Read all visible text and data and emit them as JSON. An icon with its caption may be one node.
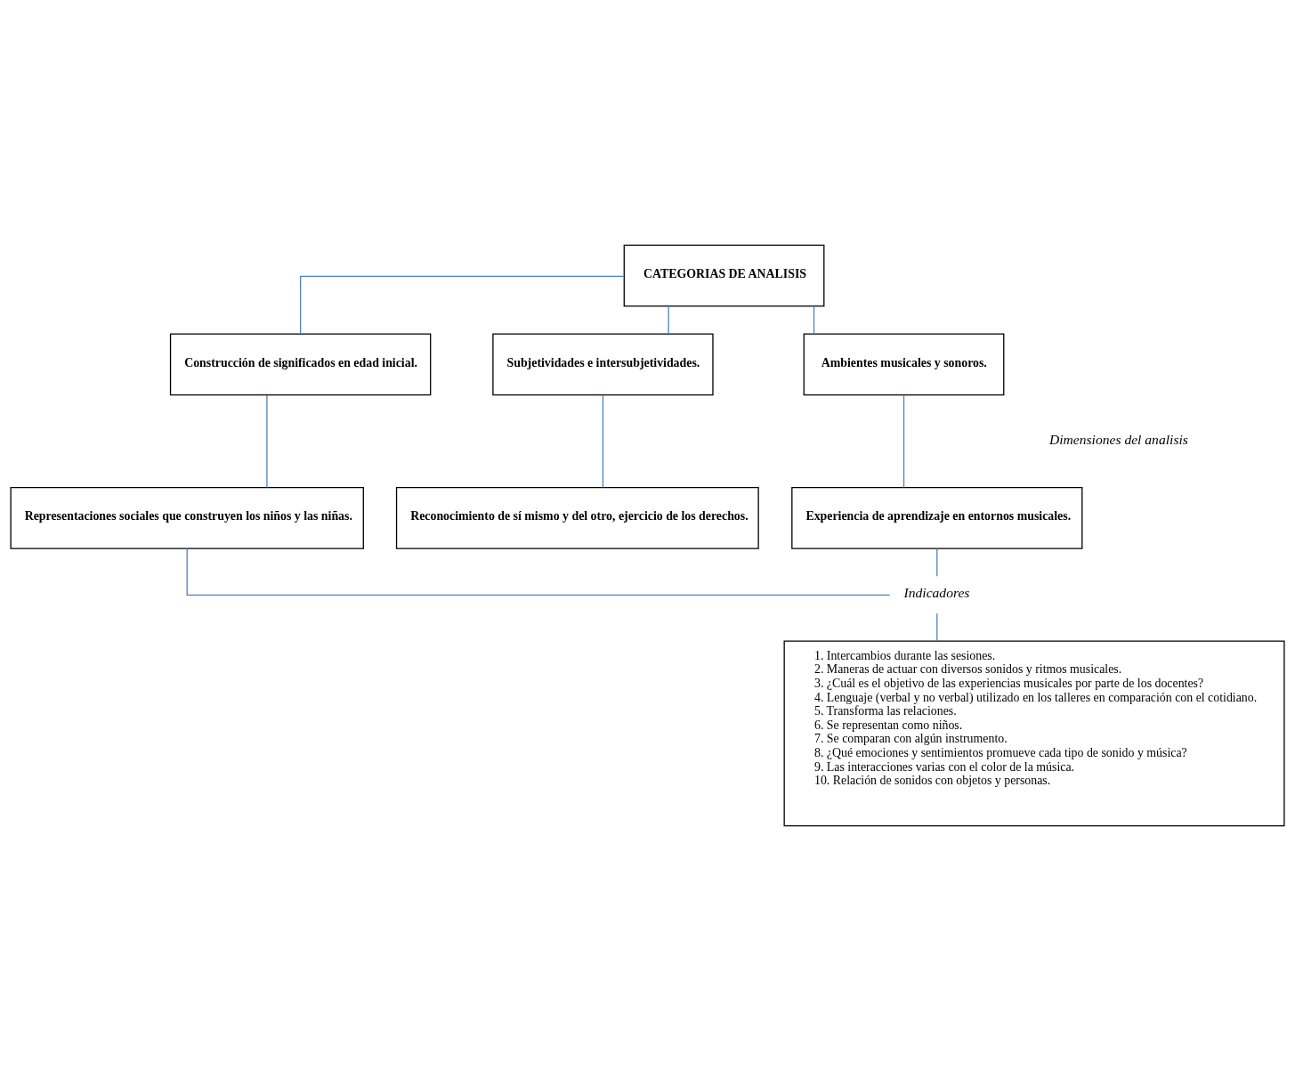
{
  "diagram": {
    "nodes": [
      {
        "text": [
          "CATEGORIAS DE ANALISIS"
        ]
      },
      {
        "text": [
          "Construcción de significados en edad inicial."
        ]
      },
      {
        "text": [
          "Subjetividades e intersubjetividades."
        ]
      },
      {
        "text": [
          "Ambientes musicales y sonoros."
        ]
      },
      {
        "text": [
          "Representaciones sociales que construyen los niños y las niñas."
        ]
      },
      {
        "text": [
          "Reconocimiento de sí mismo y del otro, ejercicio de los derechos."
        ]
      },
      {
        "text": [
          "Experiencia de aprendizaje en entornos musicales."
        ]
      },
      {
        "text": [
          "Indicadores"
        ]
      },
      {
        "text": [
          "1. Intercambios durante las sesiones.",
          "2. Maneras de actuar con diversos sonidos y ritmos musicales.",
          "3. ¿Cuál es el objetivo de las experiencias musicales por parte de los docentes?",
          "4. Lenguaje (verbal y no verbal) utilizado en los talleres en comparación con el cotidiano.",
          "5. Transforma las relaciones.",
          "6. Se representan como niños.",
          "7. Se comparan con algún instrumento.",
          "8. ¿Qué emociones y sentimientos promueve cada tipo de sonido y música?",
          "9. Las interacciones varias con el color de la música.",
          "10. Relación de sonidos con objetos y personas."
        ]
      }
    ],
    "edges": [
      {
        "from": 0,
        "to": 1,
        "arrow": "none"
      },
      {
        "from": 0,
        "to": 2,
        "arrow": "none"
      },
      {
        "from": 0,
        "to": 3,
        "arrow": "none"
      },
      {
        "from": 1,
        "to": 4,
        "arrow": "none"
      },
      {
        "from": 2,
        "to": 5,
        "arrow": "none"
      },
      {
        "from": 3,
        "to": 6,
        "arrow": "none"
      },
      {
        "from": 4,
        "to": 7,
        "arrow": "none"
      },
      {
        "from": 6,
        "to": 7,
        "arrow": "none"
      },
      {
        "from": 7,
        "to": 8,
        "arrow": "none"
      }
    ],
    "labels": [
      "Dimensiones del analisis"
    ]
  }
}
